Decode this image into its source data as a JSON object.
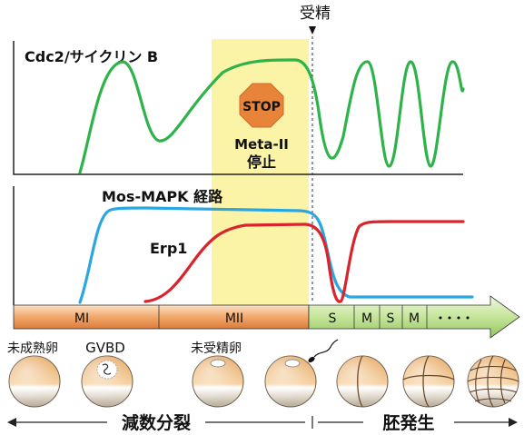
{
  "fertilization_label": "受精",
  "panel_top": {
    "title": "Cdc2/サイクリン B",
    "stop_sign": "STOP",
    "meta_line1": "Meta-II",
    "meta_line2": "停止"
  },
  "panel_bottom": {
    "title": "Mos-MAPK 経路",
    "erp1_label": "Erp1"
  },
  "phase_bar": {
    "mi": "MI",
    "mii": "MII",
    "cycles": [
      "S",
      "M",
      "S",
      "M"
    ],
    "ellipsis": "• • • •"
  },
  "egg_labels": {
    "immature": "未成熟卵",
    "gvbd": "GVBD",
    "unfertilized": "未受精卵"
  },
  "stages": {
    "meiosis": "減数分裂",
    "embryogenesis": "胚発生"
  },
  "colors": {
    "cdc2_line": "#2db34a",
    "mos_line": "#2aa7e0",
    "erp1_line": "#d8242a",
    "highlight": "#fbf3a6",
    "stop_sign": "#e8833a",
    "bar_orange": "#f2a86b",
    "bar_green": "#c9e6a0"
  }
}
